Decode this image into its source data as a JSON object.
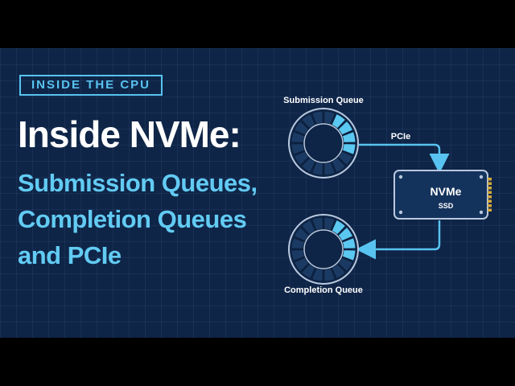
{
  "tag": "INSIDE THE CPU",
  "title": "Inside NVMe:",
  "subtitle_lines": [
    "Submission Queues,",
    "Completion Queues",
    "and PCIe"
  ],
  "diagram": {
    "submission_label": "Submission Queue",
    "completion_label": "Completion Queue",
    "link_label": "PCIe",
    "device_name": "NVMe",
    "device_type": "SSD"
  },
  "colors": {
    "background": "#0f2547",
    "accent": "#58c3f0",
    "ring_dark": "#1b3a63",
    "ring_light": "#5bc8f2"
  },
  "icons": [
    "submission-queue-ring-icon",
    "completion-queue-ring-icon",
    "nvme-ssd-icon",
    "arrow-icon"
  ]
}
